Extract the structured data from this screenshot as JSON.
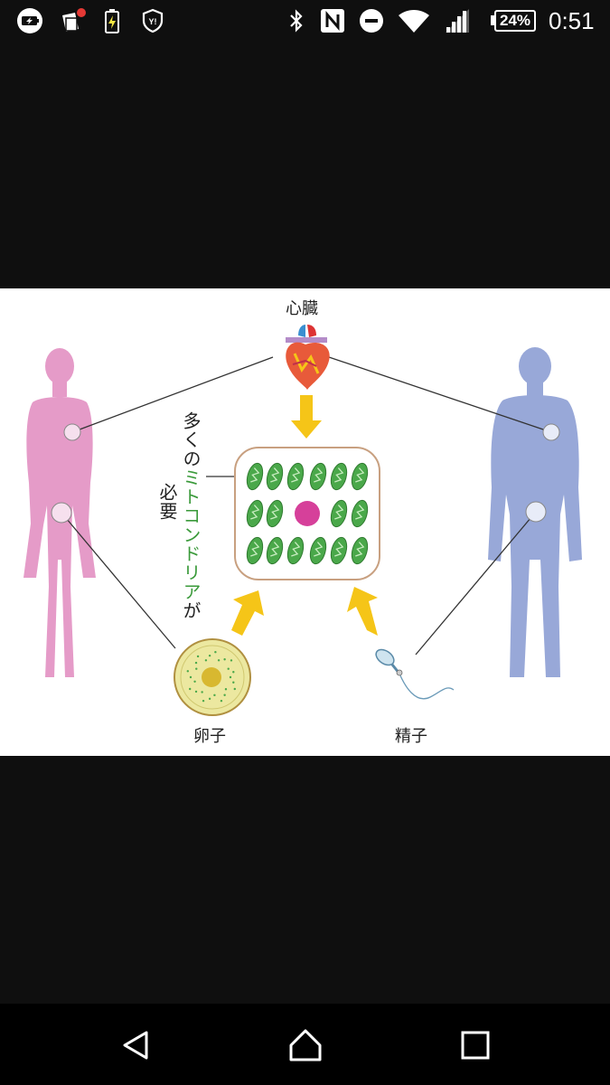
{
  "status_bar": {
    "battery_percent": "24%",
    "time": "0:51",
    "icons": [
      "battery-saver-icon",
      "notification-album-icon",
      "battery-charging-icon",
      "shield-icon",
      "bluetooth-icon",
      "nfc-icon",
      "do-not-disturb-icon",
      "wifi-icon",
      "cellular-signal-icon"
    ]
  },
  "figure": {
    "heart_label": "心臓",
    "egg_label": "卵子",
    "sperm_label": "精子",
    "vertical_col1_prefix": "多くの",
    "vertical_col1_green": "ミトコンドリア",
    "vertical_col1_suffix": "が",
    "vertical_col2": "必要",
    "colors": {
      "female_silhouette": "#e59bc8",
      "male_silhouette": "#98a8d8",
      "arrow": "#f5c518",
      "mitochondria": "#4aa84a",
      "nucleus": "#d6409a",
      "cell_border": "#c8a080",
      "egg_fill": "#ece8a0",
      "egg_nucleus": "#d8b830"
    }
  },
  "nav_bar": {
    "buttons": [
      "back-button",
      "home-button",
      "recents-button"
    ]
  }
}
